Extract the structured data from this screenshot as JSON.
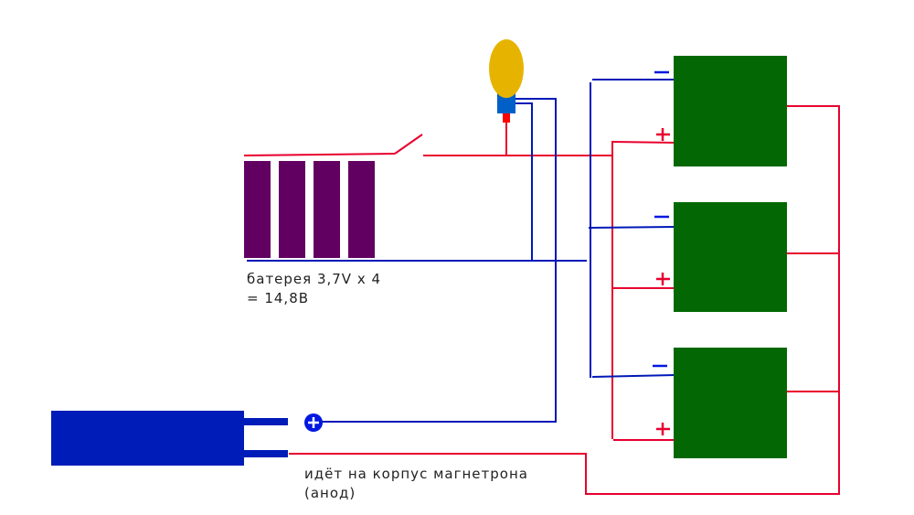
{
  "colors": {
    "battery_cell": "#620062",
    "module": "#036803",
    "wire_positive": "#e8002e",
    "wire_negative": "#0018b8",
    "bulb": "#e6b400",
    "bulb_base": "#0060c8",
    "bulb_tip": "#ff0000",
    "magnetron": "#001cb8"
  },
  "labels": {
    "battery_line1": "батерея 3,7V x 4",
    "battery_line2": "= 14,8В",
    "magnetron_line1": "идёт на корпус магнетрона",
    "magnetron_line2": "(анод)"
  },
  "components": {
    "battery_cells": 4,
    "modules": [
      {
        "minus_label": "−",
        "plus_label": "+"
      },
      {
        "minus_label": "−",
        "plus_label": "+"
      },
      {
        "minus_label": "−",
        "plus_label": "+"
      }
    ],
    "terminal_symbol": "+"
  }
}
